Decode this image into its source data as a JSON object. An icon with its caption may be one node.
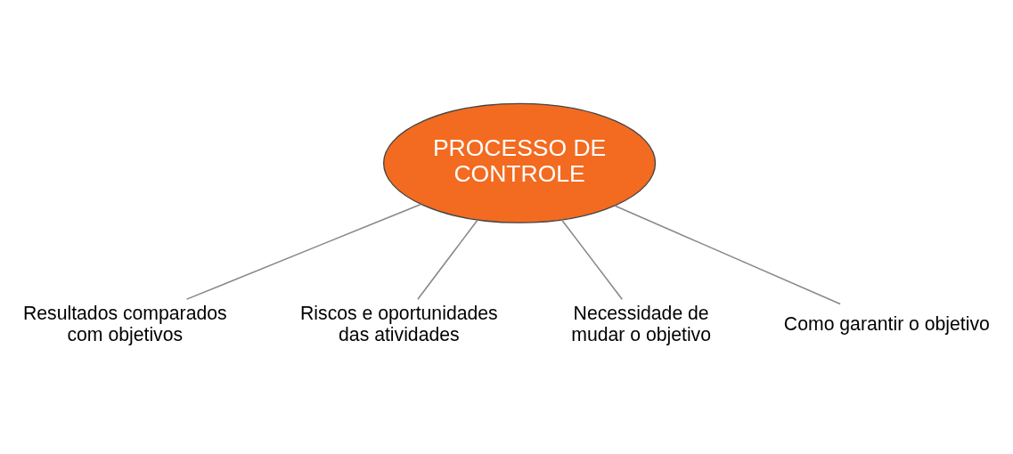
{
  "diagram": {
    "nodes": [
      {
        "text": [
          "PROCESSO DE CONTROLE"
        ]
      },
      {
        "text": [
          "Resultados comparados com objetivos"
        ]
      },
      {
        "text": [
          "Riscos e oportunidades das atividades"
        ]
      },
      {
        "text": [
          "Necessidade de mudar o objetivo"
        ]
      },
      {
        "text": [
          "Como garantir o objetivo"
        ]
      }
    ],
    "edges": [
      {
        "from": 0,
        "to": 4,
        "arrow": "none"
      },
      {
        "from": 0,
        "to": 1,
        "arrow": "none"
      },
      {
        "from": 0,
        "to": 2,
        "arrow": "none"
      },
      {
        "from": 0,
        "to": 3,
        "arrow": "none"
      }
    ]
  }
}
